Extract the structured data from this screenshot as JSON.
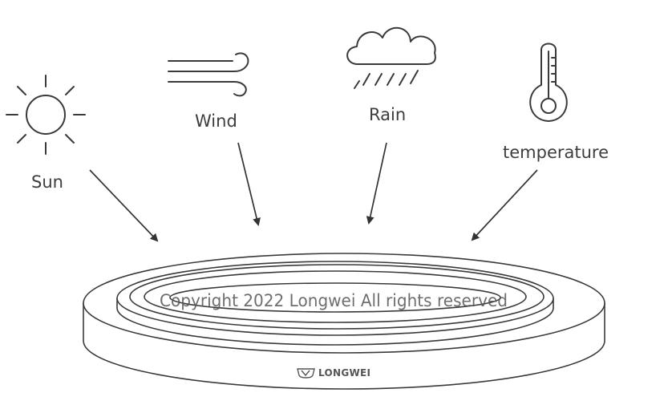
{
  "labels": {
    "sun": "Sun",
    "wind": "Wind",
    "rain": "Rain",
    "temperature": "temperature"
  },
  "watermark": "Copyright 2022 Longwei All rights reserved",
  "brand": "LONGWEI",
  "icons": {
    "sun": "sun-icon",
    "wind": "wind-icon",
    "rain": "rain-cloud-icon",
    "temperature": "thermometer-icon",
    "brand": "longwei-logo-icon"
  },
  "colors": {
    "line": "#3a3a3a",
    "text": "#3d3d3d",
    "background": "#ffffff"
  }
}
